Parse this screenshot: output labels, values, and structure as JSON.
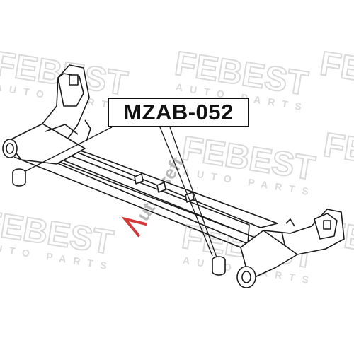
{
  "part_number": "MZAB-052",
  "brand": {
    "name": "FEBEST",
    "tagline": "AUTO PARTS",
    "color": "#d9d9d9"
  },
  "watermark": {
    "text": "Autokseft",
    "color_main": "#b9b9b9",
    "color_accent": "#d23a3a"
  },
  "colors": {
    "line": "#1a1a1a",
    "fill": "#ffffff"
  }
}
